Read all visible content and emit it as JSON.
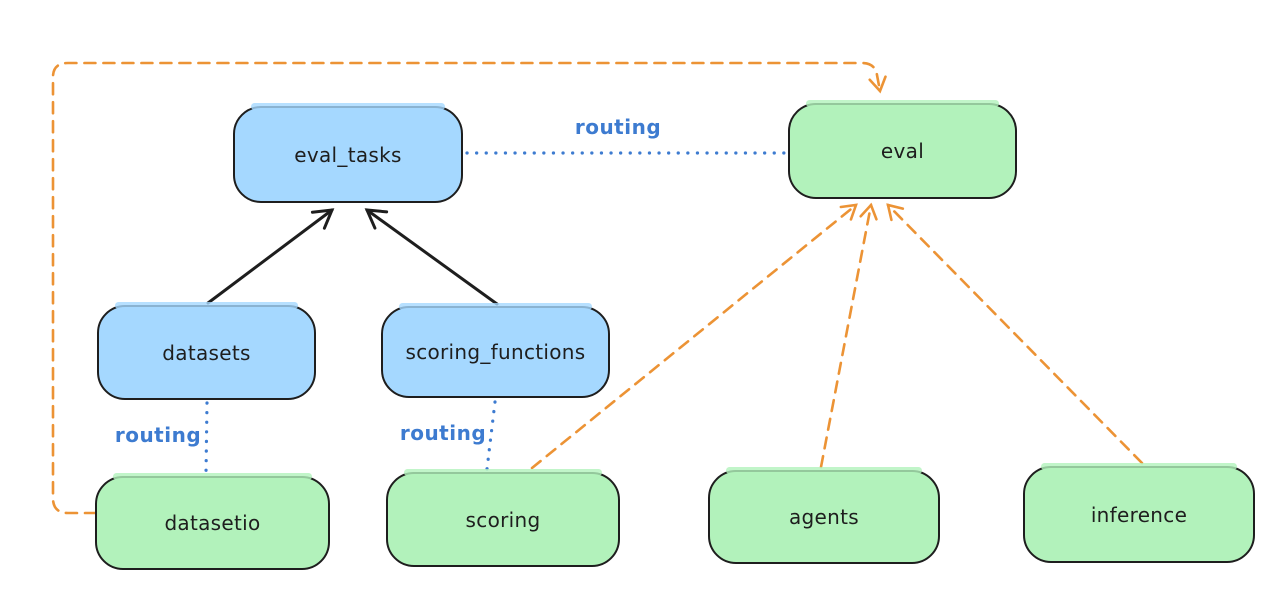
{
  "nodes": {
    "eval_tasks": {
      "label": "eval_tasks",
      "fill": "#a5d8ff"
    },
    "datasets": {
      "label": "datasets",
      "fill": "#a5d8ff"
    },
    "scoring_functions": {
      "label": "scoring_functions",
      "fill": "#a5d8ff"
    },
    "eval": {
      "label": "eval",
      "fill": "#b2f2bb"
    },
    "datasetio": {
      "label": "datasetio",
      "fill": "#b2f2bb"
    },
    "scoring": {
      "label": "scoring",
      "fill": "#b2f2bb"
    },
    "agents": {
      "label": "agents",
      "fill": "#b2f2bb"
    },
    "inference": {
      "label": "inference",
      "fill": "#b2f2bb"
    }
  },
  "edge_labels": {
    "eval_tasks_to_eval": "routing",
    "datasets_to_datasetio": "routing",
    "scoring_functions_to_scoring": "routing"
  },
  "edges": [
    {
      "from": "datasets",
      "to": "eval_tasks",
      "style": "solid",
      "arrow": true
    },
    {
      "from": "scoring_functions",
      "to": "eval_tasks",
      "style": "solid",
      "arrow": true
    },
    {
      "from": "eval_tasks",
      "to": "eval",
      "style": "dotted",
      "arrow": false,
      "label": "routing"
    },
    {
      "from": "datasets",
      "to": "datasetio",
      "style": "dotted",
      "arrow": false,
      "label": "routing"
    },
    {
      "from": "scoring_functions",
      "to": "scoring",
      "style": "dotted",
      "arrow": false,
      "label": "routing"
    },
    {
      "from": "datasetio",
      "to": "eval",
      "style": "dashed",
      "arrow": true
    },
    {
      "from": "scoring",
      "to": "eval",
      "style": "dashed",
      "arrow": true
    },
    {
      "from": "agents",
      "to": "eval",
      "style": "dashed",
      "arrow": true
    },
    {
      "from": "inference",
      "to": "eval",
      "style": "dashed",
      "arrow": true
    }
  ],
  "colors": {
    "blue_node_fill": "#a5d8ff",
    "green_node_fill": "#b2f2bb",
    "node_border": "#1e1e1e",
    "solid_arrow": "#1e1e1e",
    "dashed_arrow": "#ec9335",
    "routing_line": "#3d7bd0",
    "routing_text": "#3d7bd0",
    "background": "#ffffff"
  }
}
